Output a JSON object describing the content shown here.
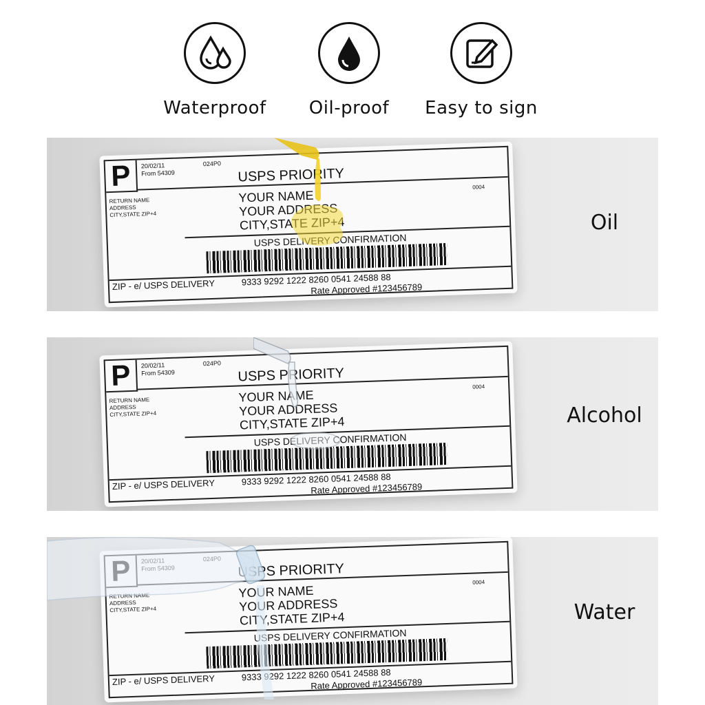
{
  "features": [
    {
      "icon": "water-drops-icon",
      "label": "Waterproof"
    },
    {
      "icon": "oil-drop-icon",
      "label": "Oil-proof"
    },
    {
      "icon": "pen-sign-icon",
      "label": "Easy to sign"
    }
  ],
  "label_text": {
    "p": "P",
    "date": "20/02/11",
    "from": "From 54309",
    "code": "024P0",
    "priority": "USPS PRIORITY",
    "return_name": "RETURN NAME",
    "address": "ADDRESS",
    "city": "CITY,STATE ZIP+4",
    "num": "0004",
    "your_name": "YOUR NAME",
    "your_address": "YOUR ADDRESS",
    "your_city": "CITY,STATE ZIP+4",
    "confirmation": "USPS DELIVERY CONFIRMATION",
    "zip": "ZIP - e/ USPS DELIVERY",
    "digits": "9333 9292 1222 8260 0541 24588 88",
    "approved": "Rate Approved #123456789"
  },
  "panels": [
    {
      "name": "Oil",
      "liquid_color": "#f0d020"
    },
    {
      "name": "Alcohol",
      "liquid_color": "#dfe6ec"
    },
    {
      "name": "Water",
      "liquid_color": "#cfe3f2"
    }
  ]
}
